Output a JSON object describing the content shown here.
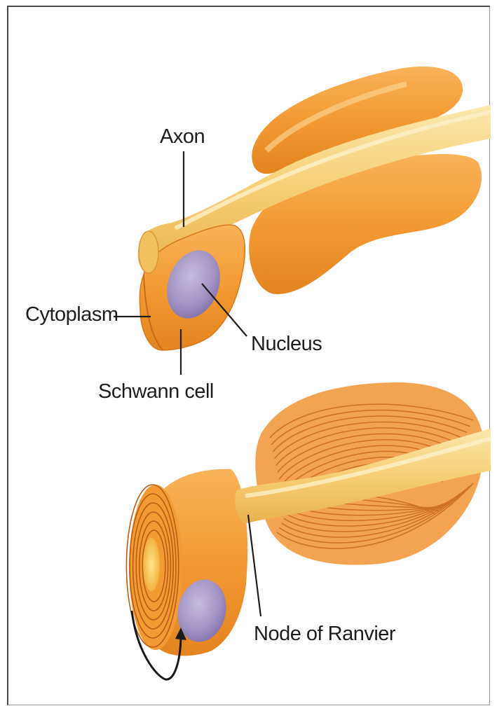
{
  "labels": {
    "axon": "Axon",
    "cytoplasm": "Cytoplasm",
    "nucleus": "Nucleus",
    "schwann_cell": "Schwann cell",
    "node_of_ranvier": "Node of Ranvier"
  },
  "colors": {
    "schwann_orange": "#f39a33",
    "schwann_dark": "#df7f1e",
    "axon_yellow": "#f6cf74",
    "axon_light": "#fbe4a6",
    "nucleus_purple": "#a394c4",
    "myelin_line": "#c9691c"
  }
}
